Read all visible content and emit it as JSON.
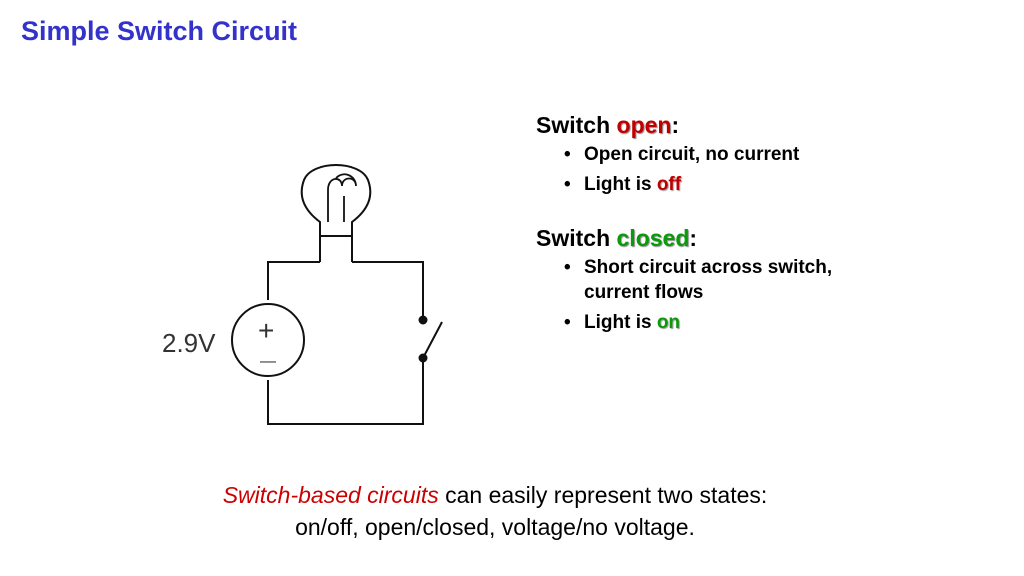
{
  "title": "Simple Switch Circuit",
  "colors": {
    "title": "#3333cc",
    "open": "#c00000",
    "closed": "#0a9a0a",
    "emphasis": "#cc0000"
  },
  "diagram": {
    "voltage_label": "2.9V",
    "plus_symbol": "+",
    "minus_symbol": "—"
  },
  "notes": {
    "open": {
      "prefix": "Switch ",
      "state_word": "open",
      "suffix": ":",
      "bullet_1": "Open circuit, no current",
      "bullet_2_prefix": "Light is ",
      "bullet_2_word": "off"
    },
    "closed": {
      "prefix": "Switch ",
      "state_word": "closed",
      "suffix": ":",
      "bullet_1_line1": "Short circuit across switch,",
      "bullet_1_line2": "current flows",
      "bullet_2_prefix": "Light is ",
      "bullet_2_word": "on"
    },
    "bullet_char": "•"
  },
  "bottom": {
    "emphasis": "Switch-based circuits",
    "rest_line1": " can easily represent two states:",
    "line2": "on/off, open/closed, voltage/no voltage."
  }
}
